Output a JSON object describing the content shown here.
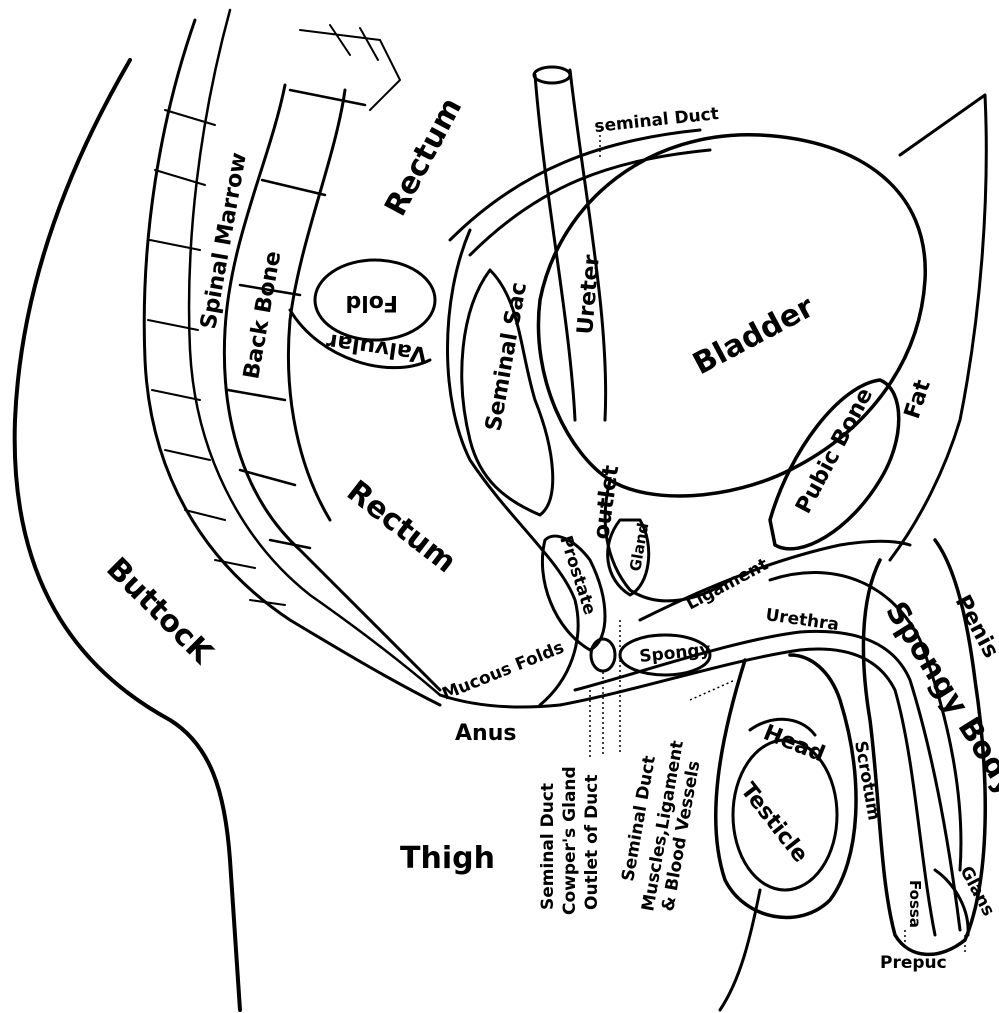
{
  "labels": {
    "rectum_top": "Rectum",
    "rectum_main": "Rectum",
    "spinal_marrow": "Spinal Marrow",
    "back_bone": "Back Bone",
    "fold": "Fold",
    "valvular": "Valvular",
    "seminal_duct_top": "seminal Duct",
    "ureter": "Ureter",
    "bladder": "Bladder",
    "seminal_sac": "Seminal Sac",
    "outlet": "outlet",
    "prostate": "Prostate",
    "gland": "Gland",
    "pubic_bone": "Pubic Bone",
    "fat": "Fat",
    "ligament": "Ligament",
    "urethra": "Urethra",
    "spongy_small": "Spongy",
    "spongy_body": "Spongy Body",
    "penis": "Penis",
    "buttock": "ButtocK",
    "mucous_folds": "Mucous Folds",
    "anus": "Anus",
    "thigh": "Thigh",
    "seminal_duct_bottom": "Seminal Duct",
    "cowpers_gland": "Cowper's Gland",
    "outlet_of_duct": "Outlet of Duct",
    "seminal_duct_lower": "Seminal Duct",
    "muscles_ligament": "Muscles,Ligament",
    "blood_vessels": "& Blood Vessels",
    "head": "Head",
    "testicle": "Testicle",
    "scrotum": "Scrotum",
    "fossa": "Fossa",
    "glans": "Glans",
    "prepuce": "Prepuc"
  }
}
